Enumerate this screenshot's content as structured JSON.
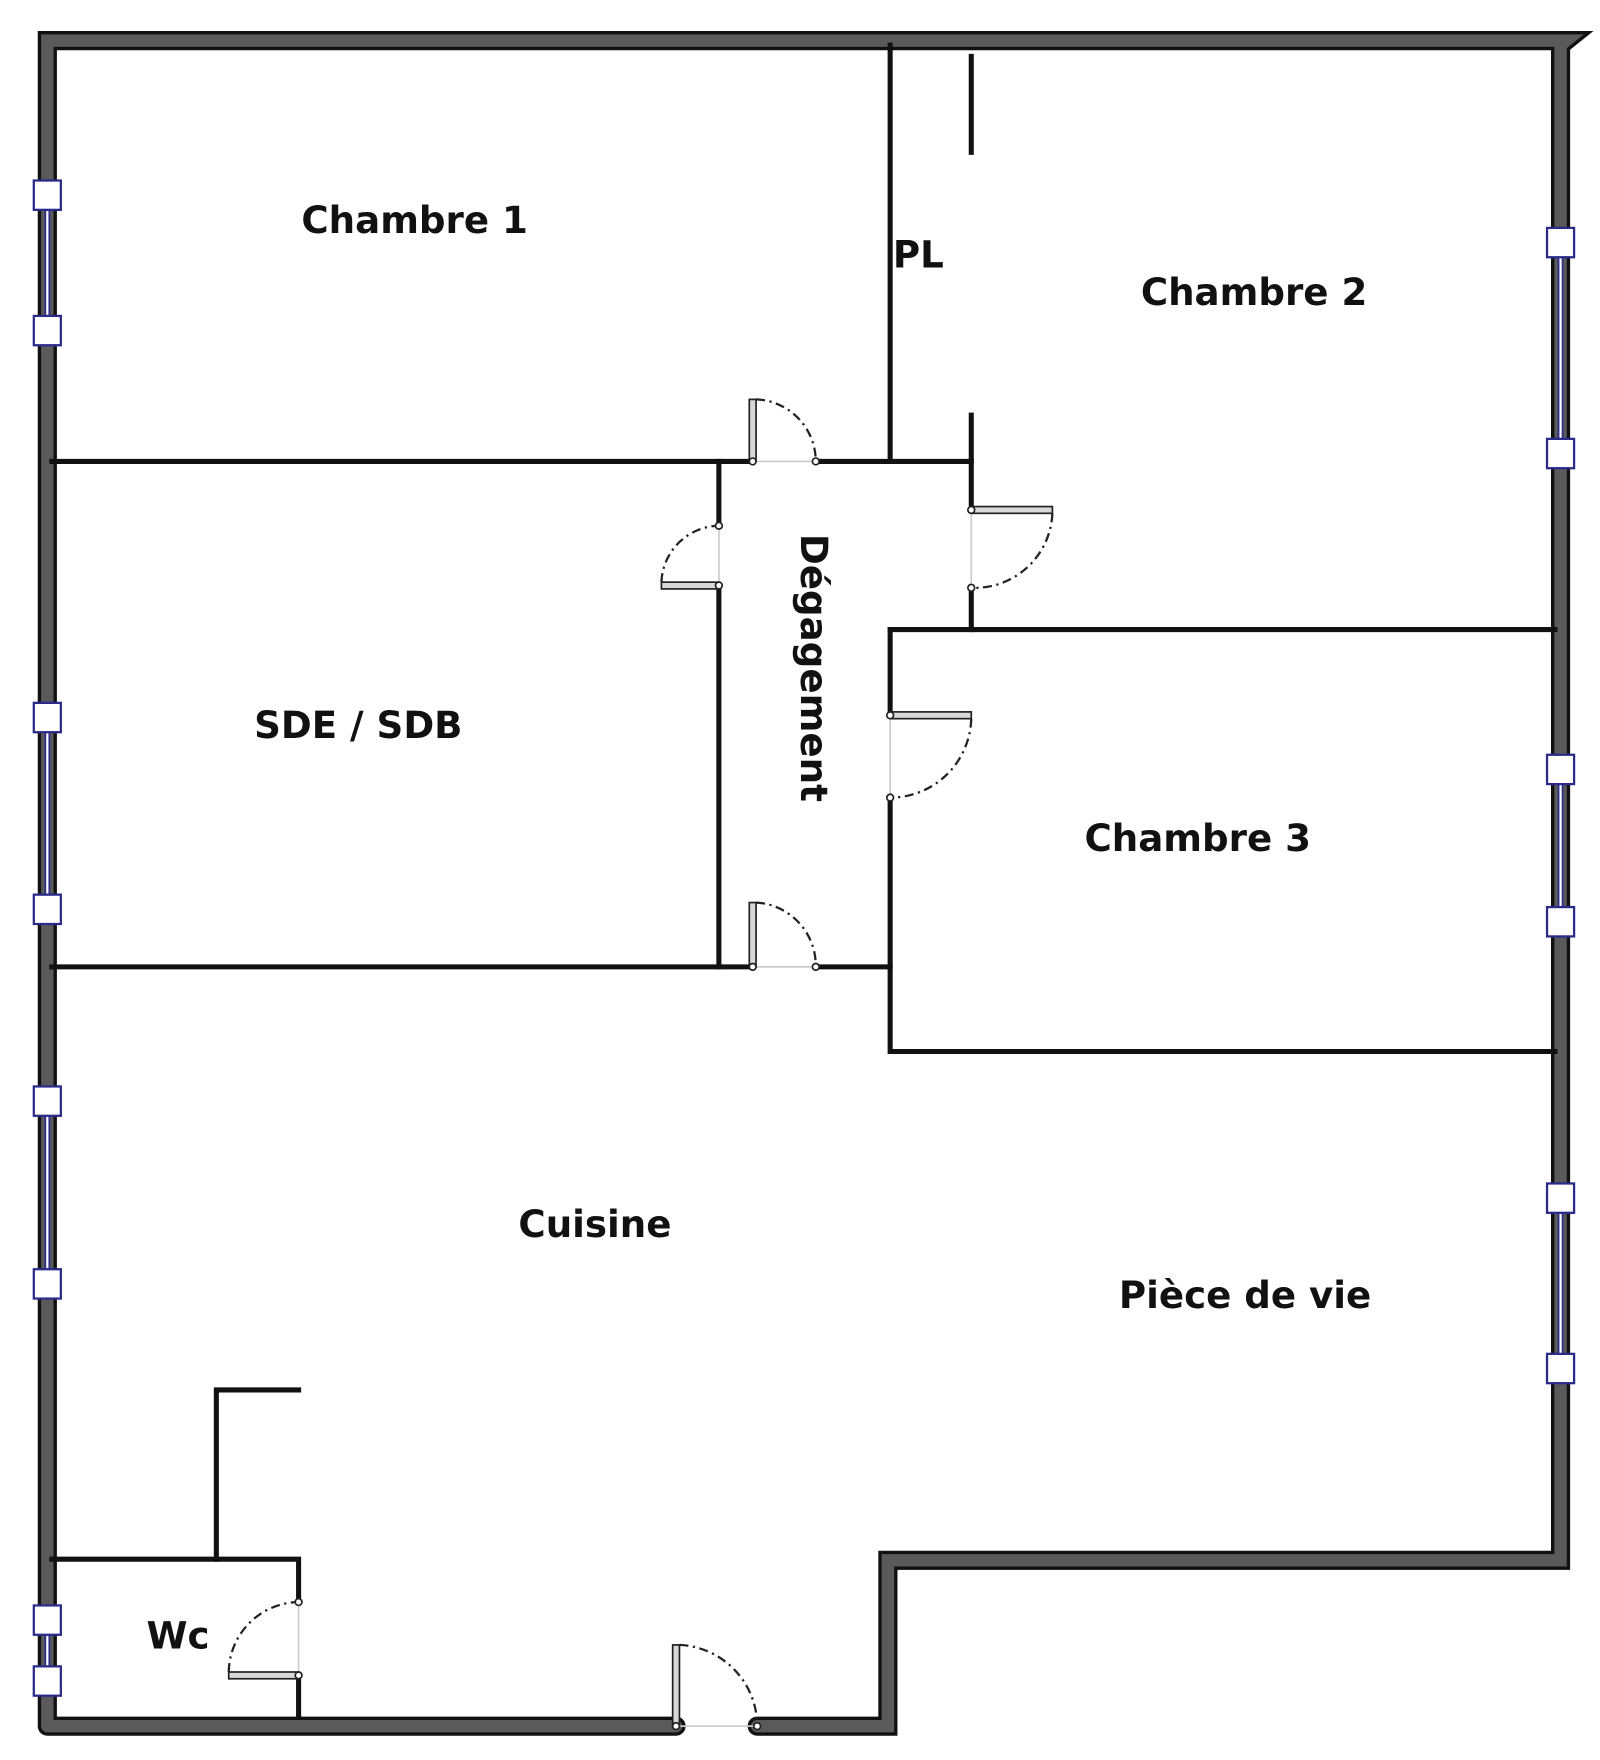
{
  "rooms": {
    "chambre1": "Chambre 1",
    "pl": "PL",
    "chambre2": "Chambre 2",
    "sde_sdb": "SDE / SDB",
    "degagement": "Dégagement",
    "chambre3": "Chambre 3",
    "cuisine": "Cuisine",
    "piece_de_vie": "Pièce de vie",
    "wc": "Wc"
  },
  "colors": {
    "exterior_wall": "#5a5a5a",
    "window": "#2a2a8a"
  }
}
